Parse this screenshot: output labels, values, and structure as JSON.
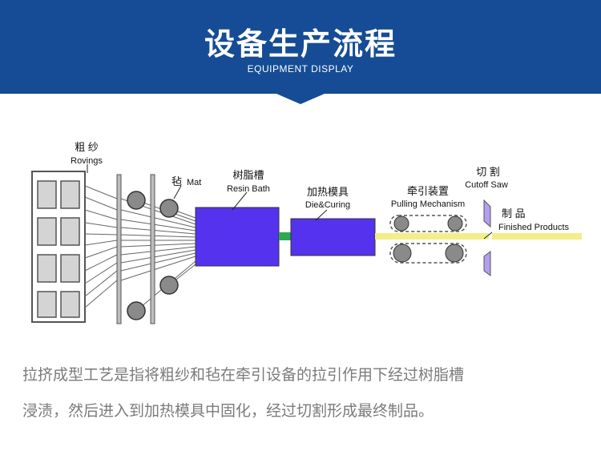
{
  "header": {
    "title": "设备生产流程",
    "subtitle": "EQUIPMENT DISPLAY",
    "background": "#154c95"
  },
  "labels": {
    "rovings_cn": "粗 纱",
    "rovings_en": "Rovings",
    "mat_cn": "毡",
    "mat_en": "Mat",
    "resin_cn": "树脂槽",
    "resin_en": "Resin Bath",
    "die_cn": "加热模具",
    "die_en": "Die&Curing",
    "pulling_cn": "牵引装置",
    "pulling_en": "Pulling Mechanism",
    "cutoff_cn": "切 割",
    "cutoff_en": "Cutoff Saw",
    "finished_cn": "制 品",
    "finished_en": "Finished Products"
  },
  "colors": {
    "bath": "#5533ee",
    "product": "#f2ee8a",
    "link": "#2fa84f",
    "saw": "#b59ef0",
    "roller": "#8a8a8a"
  },
  "description": {
    "line1": "拉挤成型工艺是指将粗纱和毡在牵引设备的拉引作用下经过树脂槽",
    "line2": "浸渍，然后进入到加热模具中固化，经过切割形成最终制品。"
  }
}
